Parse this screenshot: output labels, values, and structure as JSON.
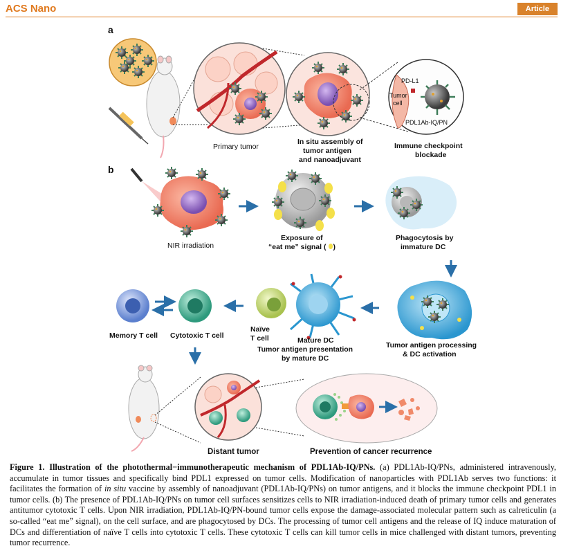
{
  "header": {
    "journal": "ACS Nano",
    "badge": "Article"
  },
  "panels": {
    "a": "a",
    "b": "b"
  },
  "panel_a": {
    "primary_tumor": "Primary tumor",
    "in_situ_1": "In situ assembly of",
    "in_situ_2": "tumor antigen",
    "in_situ_3": "and nanoadjuvant",
    "checkpoint_1": "Immune checkpoint",
    "checkpoint_2": "blockade",
    "pdl1": "PD-L1",
    "tumor_cell_1": "Tumor",
    "tumor_cell_2": "cell",
    "particle": "PDL1Ab-IQ/PN"
  },
  "panel_b": {
    "nir": "NIR irradiation",
    "exposure_1": "Exposure of",
    "exposure_2": "“eat me” signal (",
    "exposure_3": ")",
    "phago_1": "Phagocytosis by",
    "phago_2": "immature DC",
    "processing_1": "Tumor antigen processing",
    "processing_2": "& DC activation",
    "naive_1": "Naïve",
    "naive_2": "T cell",
    "mature_dc": "Mature DC",
    "presentation_1": "Tumor antigen presentation",
    "presentation_2": "by mature DC",
    "memory": "Memory  T cell",
    "cytotoxic": "Cytotoxic T cell",
    "distant": "Distant tumor",
    "prevention": "Prevention of cancer recurrence"
  },
  "caption": {
    "s1": "Figure 1. Illustration of the photothermal−immunotherapeutic mechanism of PDL1Ab-IQ/PNs.",
    "s2": " (a) PDL1Ab-IQ/PNs, administered intravenously, accumulate in tumor tissues and specifically bind PDL1 expressed on tumor cells. Modification of nanoparticles with PDL1Ab serves two functions: it facilitates the formation of ",
    "s2_italic": "in situ",
    "s3": " vaccine by assembly of nanoadjuvant (PDL1Ab-IQ/PNs) on tumor antigens, and it blocks the immune checkpoint PDL1 in tumor cells. (b) The presence of PDL1Ab-IQ/PNs on tumor cell surfaces sensitizes cells to NIR irradiation-induced death of primary tumor cells and generates antitumor cytotoxic T cells. Upon NIR irradiation, PDL1Ab-IQ/PN-bound tumor cells expose the damage-associated molecular pattern such as calreticulin (a so-called “eat me” signal), on the cell surface, and are phagocytosed by DCs. The processing of tumor cell antigens and the release of IQ induce maturation of DCs and differentiation of naïve T cells into cytotoxic T cells. These cytotoxic T cells can kill tumor cells in mice challenged with distant tumors, preventing tumor recurrence."
  },
  "colors": {
    "accent": "#e07a1f",
    "tumor": "#f0826a",
    "nucleus": "#9a6fc4",
    "dc": "#5fb6e0",
    "tcell": "#3ea58a",
    "memory": "#6b8fd6",
    "arrow": "#2a6fa8"
  }
}
